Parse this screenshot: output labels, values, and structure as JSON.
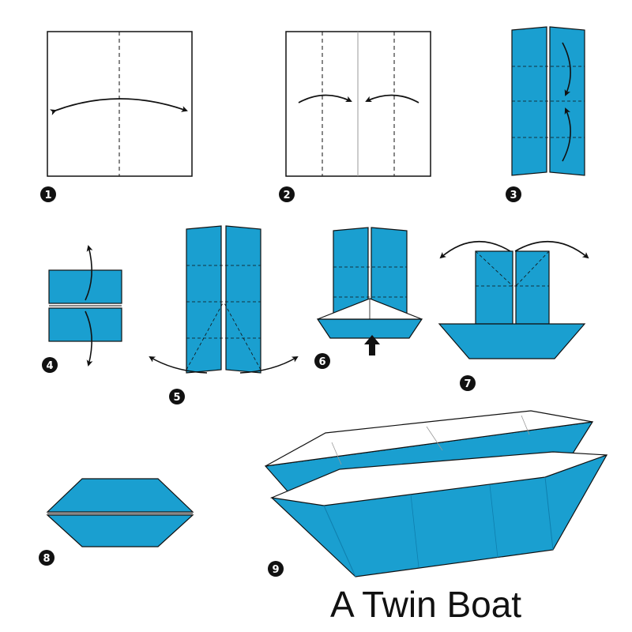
{
  "title": "A Twin Boat",
  "steps": [
    "1",
    "2",
    "3",
    "4",
    "5",
    "6",
    "7",
    "8",
    "9"
  ],
  "colors": {
    "paper_blue": "#1a9fd0",
    "paper_blue_dark": "#0f7fae",
    "outline": "#111111",
    "paper_white": "#ffffff",
    "number_badge": "#111111"
  },
  "icons": {
    "fold_arrow": "curved-arrow-icon",
    "push_arrow": "up-arrow-icon"
  }
}
